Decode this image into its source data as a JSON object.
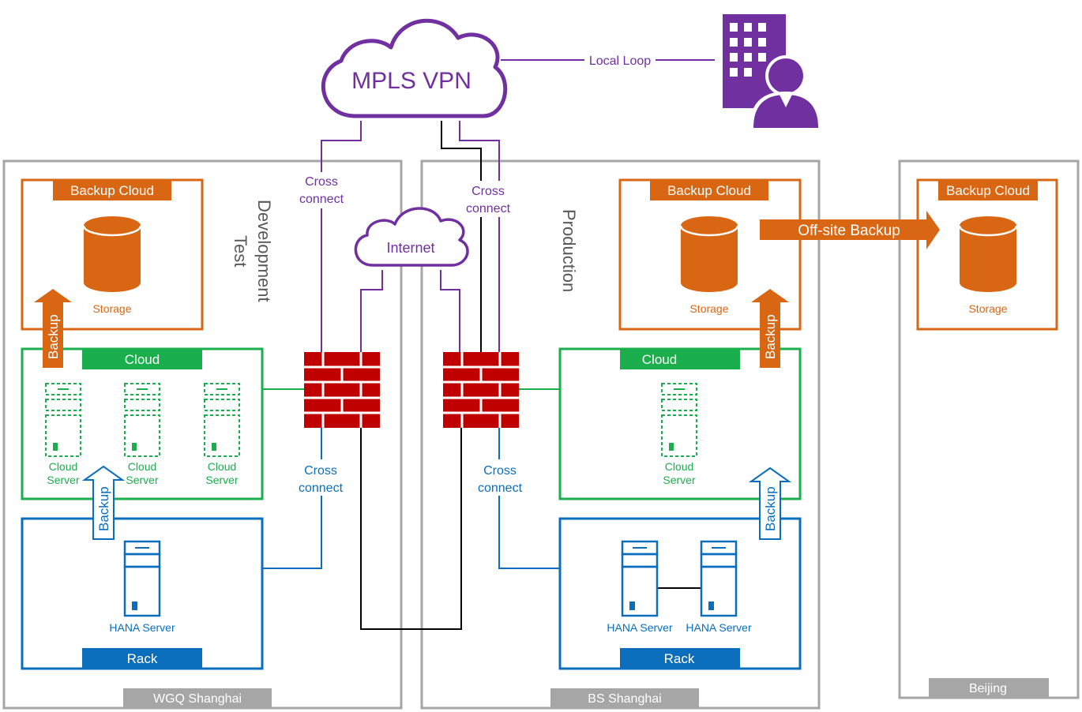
{
  "colors": {
    "purple": "#7030A0",
    "orange": "#D86613",
    "green": "#1AAE4C",
    "blue": "#0A6EBD",
    "firewall": "#C00000",
    "firewall_mortar": "#ffffff",
    "gray": "#A6A6A6",
    "black": "#000000"
  },
  "wan": {
    "mpls_label": "MPLS VPN",
    "internet_label": "Internet",
    "local_loop_label": "Local Loop",
    "office_icon": "office-building-user-icon"
  },
  "sites": {
    "wgq": {
      "label": "WGQ Shanghai",
      "env_label_line1": "Development",
      "env_label_line2": "Test",
      "backup_cloud_title": "Backup Cloud",
      "storage_label": "Storage",
      "cloud_title": "Cloud",
      "servers": [
        {
          "line1": "Cloud",
          "line2": "Server"
        },
        {
          "line1": "Cloud",
          "line2": "Server"
        },
        {
          "line1": "Cloud",
          "line2": "Server"
        }
      ],
      "rack_title": "Rack",
      "hana_servers": [
        "HANA Server"
      ],
      "cross_connect_top_line1": "Cross",
      "cross_connect_top_line2": "connect",
      "cross_connect_bottom_line1": "Cross",
      "cross_connect_bottom_line2": "connect",
      "backup_up_label": "Backup",
      "backup_rack_label": "Backup"
    },
    "bs": {
      "label": "BS Shanghai",
      "env_label": "Production",
      "backup_cloud_title": "Backup Cloud",
      "storage_label": "Storage",
      "cloud_title": "Cloud",
      "servers": [
        {
          "line1": "Cloud",
          "line2": "Server"
        }
      ],
      "rack_title": "Rack",
      "hana_servers": [
        "HANA Server",
        "HANA Server"
      ],
      "cross_connect_top_line1": "Cross",
      "cross_connect_top_line2": "connect",
      "cross_connect_bottom_line1": "Cross",
      "cross_connect_bottom_line2": "connect",
      "backup_up_label": "Backup",
      "backup_rack_label": "Backup"
    },
    "beijing": {
      "label": "Beijing",
      "backup_cloud_title": "Backup Cloud",
      "storage_label": "Storage"
    }
  },
  "offsite_backup_label": "Off-site Backup"
}
